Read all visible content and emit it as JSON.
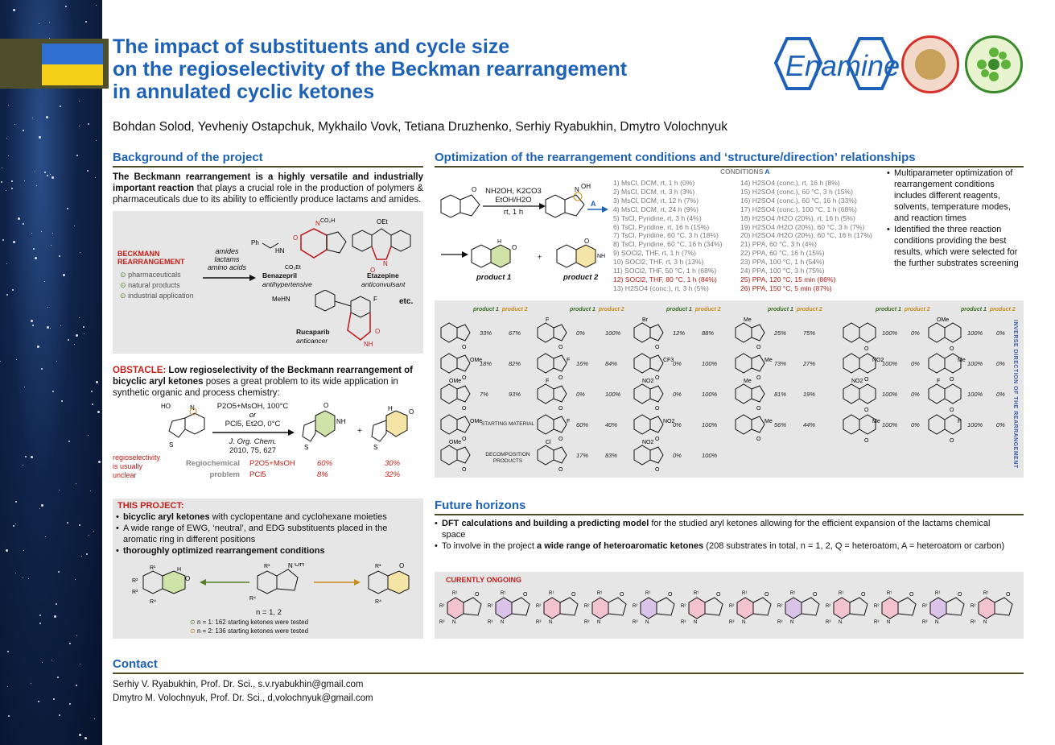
{
  "title": [
    "The impact of substituents and cycle size",
    "on the regioselectivity of the Beckman rearrangement",
    "in annulated cyclic ketones"
  ],
  "authors": "Bohdan Solod, Yevheniy Ostapchuk, Mykhailo Vovk, Tetiana Druzhenko, Serhiy Ryabukhin, Dmytro Volochnyuk",
  "logo": "Enamine",
  "colors": {
    "accent": "#1d62b7",
    "dark_bar": "#4e4e2a",
    "highlight": "#c0201a",
    "flag_blue": "#2f6fcf",
    "flag_yellow": "#f5cf1a"
  },
  "background": {
    "heading": "Background of the project",
    "intro_bold": "The Beckmann rearrangement is a highly versatile and industrially important reaction",
    "intro_rest": " that plays a crucial role in the production of polymers & pharmaceuticals due to its ability to efficiently produce lactams and amides.",
    "br_title1": "BECKMANN",
    "br_title2": "REARRANGEMENT",
    "br_items": [
      "pharmaceuticals",
      "natural products",
      "industrial application"
    ],
    "arrow_labels": [
      "amides",
      "lactams",
      "amino acids"
    ],
    "drugs": [
      {
        "name": "Benazepril",
        "use": "antihypertensive"
      },
      {
        "name": "Etazepine",
        "use": "anticonvulsant"
      },
      {
        "name": "Rucaparib",
        "use": "anticancer"
      }
    ],
    "etc": "etc.",
    "obstacle_label": "OBSTACLE:",
    "obstacle_bold": " Low regioselectivity of the Beckmann rearrangement of bicyclic aryl ketones",
    "obstacle_rest": " poses a great problem to its wide application in synthetic organic and process chemistry:",
    "cond_line1": "P2O5+MsOH, 100°C",
    "cond_or": "or",
    "cond_line2": "PCl5, Et2O, 0°C",
    "ref_journal": "J. Org. Chem.",
    "ref_detail": "2010, 75, 627",
    "regio_note": [
      "regioselectivity",
      "is usually",
      "unclear"
    ],
    "regio_problem": [
      "Regiochemical",
      "problem"
    ],
    "regio_rows": [
      {
        "reagent": "P2O5+MsOH",
        "a": "60%",
        "b": "30%"
      },
      {
        "reagent": "PCl5",
        "a": "8%",
        "b": "32%"
      }
    ]
  },
  "project": {
    "label": "THIS PROJECT:",
    "bullets": [
      {
        "bold": "bicyclic aryl ketones",
        "rest": " with cyclopentane and cyclohexane moieties"
      },
      {
        "bold": "",
        "rest": "A wide range of EWG, ‘neutral’, and EDG substituents placed in the aromatic ring in different positions"
      },
      {
        "bold": "thoroughly optimized rearrangement conditions",
        "rest": ""
      }
    ],
    "n_label": "n = 1, 2",
    "counts": [
      "n = 1: 162 starting ketones were tested",
      "n = 2: 136 starting ketones were tested"
    ]
  },
  "optimization": {
    "heading": "Optimization of the rearrangement conditions and ‘structure/direction’ relationships",
    "reagents": [
      "NH2OH, K2CO3",
      "EtOH/H2O",
      "rt, 1 h"
    ],
    "arrow_a": "A",
    "product1": "product 1",
    "product2": "product 2",
    "conditions_title": "CONDITIONS A",
    "conditions_left": [
      "1) MsCl, DCM, rt, 1 h (0%)",
      "2) MsCl, DCM, rt, 3 h (3%)",
      "3) MsCl, DCM, rt, 12 h (7%)",
      "4) MsCl, DCM, rt, 24 h (9%)",
      "5) TsCl, Pyridine, rt, 3 h (4%)",
      "6) TsCl, Pyridine, rt, 16 h (15%)",
      "7) TsCl, Pyridine, 60 °C, 3 h (18%)",
      "8) TsCl, Pyridine, 60 °C, 16 h (34%)",
      "9) SOCl2, THF, rt, 1 h (7%)",
      "10) SOCl2, THF, rt, 3 h (13%)",
      "11) SOCl2, THF, 50 °C, 1 h (68%)",
      "12) SOCl2, THF, 80 °C, 1 h (84%)",
      "13) H2SO4 (conc.), rt, 3 h (5%)"
    ],
    "conditions_right": [
      "14) H2SO4 (conc.), rt, 16 h (8%)",
      "15) H2SO4 (conc.), 60 °C, 3 h (15%)",
      "16) H2SO4 (conc.), 60 °C, 16 h (33%)",
      "17) H2SO4 (conc.), 100 °C, 1 h (68%)",
      "18) H2SO4 /H2O (20%), rt, 16 h (5%)",
      "19) H2SO4 /H2O (20%), 60 °C, 3 h (7%)",
      "20) H2SO4 /H2O (20%), 60 °C, 16 h (17%)",
      "21) PPA, 60 °C, 3 h (4%)",
      "22) PPA, 60 °C, 16 h (15%)",
      "23) PPA, 100 °C, 1 h (54%)",
      "24) PPA, 100 °C, 3 h (75%)",
      "25) PPA, 120 °C, 15 min (86%)",
      "26) PPA, 150 °C, 5 min (87%)"
    ],
    "highlight_left": [
      11
    ],
    "highlight_right": [
      11,
      12
    ],
    "notes": [
      "Multiparameter optimization of rearrangement conditions includes different reagents, solvents, temperature modes, and reaction times",
      "Identified the three reaction conditions providing the best results, which were selected for the further substrates screening"
    ]
  },
  "results": {
    "col_headers": [
      "product 1",
      "product 2"
    ],
    "columns": [
      {
        "rows": [
          {
            "sub": "",
            "a": "33%",
            "b": "67%"
          },
          {
            "sub": "OMe",
            "a": "18%",
            "b": "82%"
          },
          {
            "sub": "OMe",
            "a": "7%",
            "b": "93%"
          },
          {
            "sub": "OMe",
            "text": "STARTING MATERIAL"
          },
          {
            "sub": "OMe",
            "text": "DECOMPOSITION PRODUCTS"
          }
        ]
      },
      {
        "rows": [
          {
            "sub": "F",
            "a": "0%",
            "b": "100%"
          },
          {
            "sub": "F",
            "a": "16%",
            "b": "84%"
          },
          {
            "sub": "F",
            "a": "0%",
            "b": "100%"
          },
          {
            "sub": "F",
            "a": "60%",
            "b": "40%"
          },
          {
            "sub": "Cl",
            "a": "17%",
            "b": "83%"
          }
        ]
      },
      {
        "rows": [
          {
            "sub": "Br",
            "a": "12%",
            "b": "88%"
          },
          {
            "sub": "CF3",
            "a": "0%",
            "b": "100%"
          },
          {
            "sub": "NO2",
            "a": "0%",
            "b": "100%"
          },
          {
            "sub": "NO2",
            "a": "0%",
            "b": "100%"
          },
          {
            "sub": "NO2",
            "a": "0%",
            "b": "100%"
          }
        ]
      },
      {
        "rows": [
          {
            "sub": "Me",
            "a": "25%",
            "b": "75%"
          },
          {
            "sub": "Me",
            "a": "73%",
            "b": "27%"
          },
          {
            "sub": "Me",
            "a": "81%",
            "b": "19%"
          },
          {
            "sub": "Me",
            "a": "56%",
            "b": "44%"
          }
        ]
      },
      {
        "rows": [
          {
            "sub": "",
            "a": "100%",
            "b": "0%"
          },
          {
            "sub": "NO2",
            "a": "100%",
            "b": "0%"
          },
          {
            "sub": "NO2",
            "a": "100%",
            "b": "0%"
          },
          {
            "sub": "Me",
            "a": "100%",
            "b": "0%"
          }
        ]
      },
      {
        "rows": [
          {
            "sub": "OMe",
            "a": "100%",
            "b": "0%"
          },
          {
            "sub": "Me",
            "a": "100%",
            "b": "0%"
          },
          {
            "sub": "F",
            "a": "100%",
            "b": "0%"
          },
          {
            "sub": "F",
            "a": "100%",
            "b": "0%"
          }
        ]
      }
    ],
    "side_label": "INVERSE DIRECTION OF THE REARRANGEMENT"
  },
  "future": {
    "heading": "Future horizons",
    "bullets": [
      {
        "bold": "DFT calculations and building a predicting model",
        "rest": " for the studied aryl ketones allowing for the efficient expansion of the lactams chemical space",
        "pre": ""
      },
      {
        "pre": "To involve in the project ",
        "bold": "a wide range of heteroaromatic ketones",
        "rest": " (208 substrates in total, n = 1, 2, Q = heteroatom, A = heteroatom or carbon)"
      }
    ],
    "ongoing": "CURENTLY ONGOING"
  },
  "contact": {
    "heading": "Contact",
    "lines": [
      "Serhiy V. Ryabukhin, Prof. Dr. Sci., s.v.ryabukhin@gmail.com",
      "Dmytro M. Volochnyuk, Prof. Dr. Sci., d,volochnyuk@gmail.com"
    ]
  }
}
